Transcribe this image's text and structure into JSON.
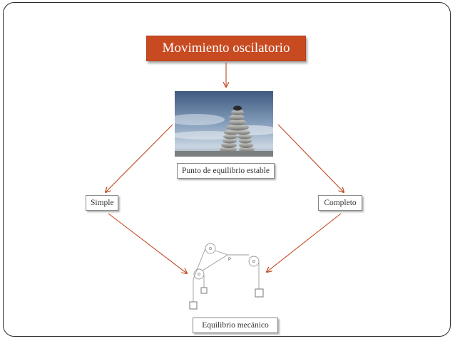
{
  "title": "Movimiento oscilatorio",
  "nodes": {
    "equilibrio": "Punto de equilibrio estable",
    "simple": "Simple",
    "completo": "Completo",
    "mecanico": "Equilibrio mecánico"
  },
  "pulley_diagram": {
    "point_label": "P"
  },
  "colors": {
    "title_bg": "#c84a20",
    "arrow": "#c0461f",
    "frame": "#2b2b2b"
  }
}
